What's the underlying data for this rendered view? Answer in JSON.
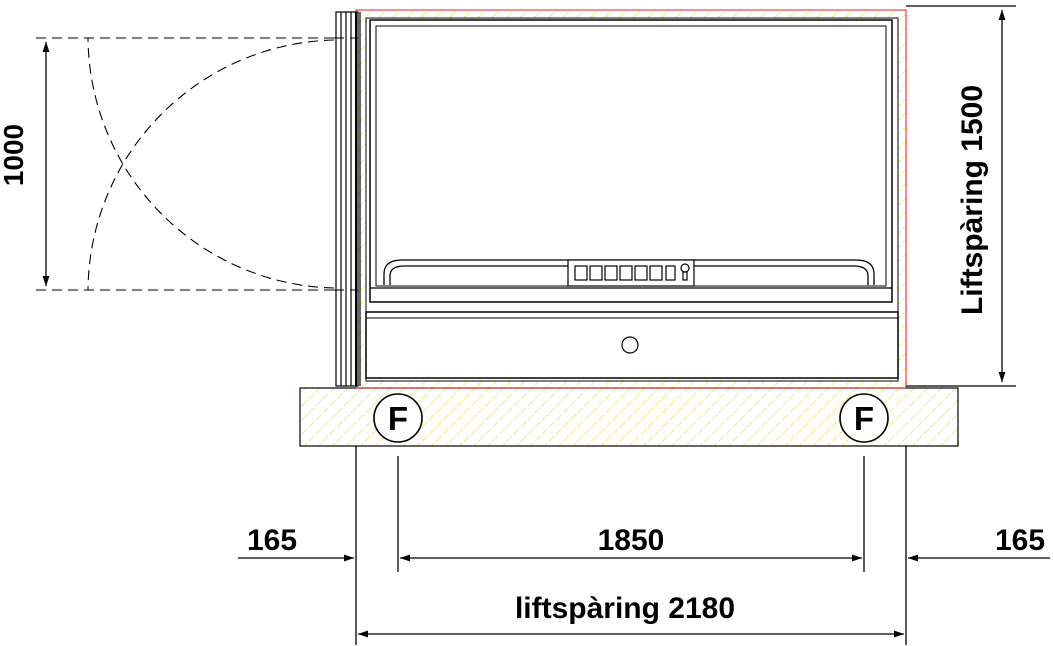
{
  "dimensions": {
    "door_width": "1000",
    "shaft_depth": "Liftspàring 1500",
    "left_clearance": "165",
    "rail_spacing": "1850",
    "right_clearance": "165",
    "shaft_width": "liftspàring 2180"
  },
  "rail_markers": [
    "F",
    "F"
  ],
  "colors": {
    "line": "#000000",
    "hatch": "#e8e040",
    "shaft_outline": "#e02020"
  }
}
